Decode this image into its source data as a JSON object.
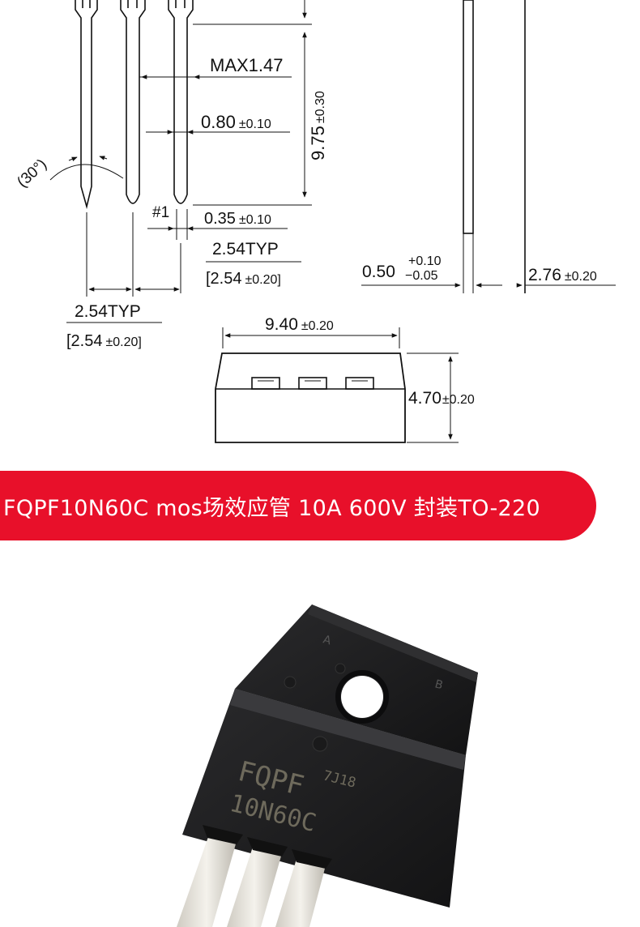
{
  "drawing": {
    "dims": {
      "max_width": "MAX1.47",
      "lead_width_val": "0.80",
      "lead_width_tol": "±0.10",
      "lead_length_val": "9.75",
      "lead_length_tol": "±0.30",
      "angle": "(30°)",
      "pin1": "#1",
      "lead_thick_val": "0.35",
      "lead_thick_tol": "±0.10",
      "pitch_right": "2.54TYP",
      "pitch_right_bracket_val": "[2.54",
      "pitch_right_bracket_tol": "±0.20]",
      "pitch_left": "2.54TYP",
      "pitch_left_bracket_val": "[2.54",
      "pitch_left_bracket_tol": "±0.20]",
      "thickness_val": "0.50",
      "thickness_tol_plus": "+0.10",
      "thickness_tol_minus": "−0.05",
      "side_val": "2.76",
      "side_tol": "±0.20",
      "width_val": "9.40",
      "width_tol": "±0.20",
      "height_val": "4.70",
      "height_tol": "±0.20"
    }
  },
  "banner": {
    "title": "FQPF10N60C mos场效应管 10A 600V 封装TO-220",
    "color": "#e8102a"
  },
  "photo": {
    "marking_line1": "FQPF",
    "marking_code": "7J18",
    "marking_line2": "10N60C",
    "corner_a": "A",
    "corner_b": "B",
    "body_color": "#1d1d1f",
    "lead_color": "#e6e3dc"
  }
}
